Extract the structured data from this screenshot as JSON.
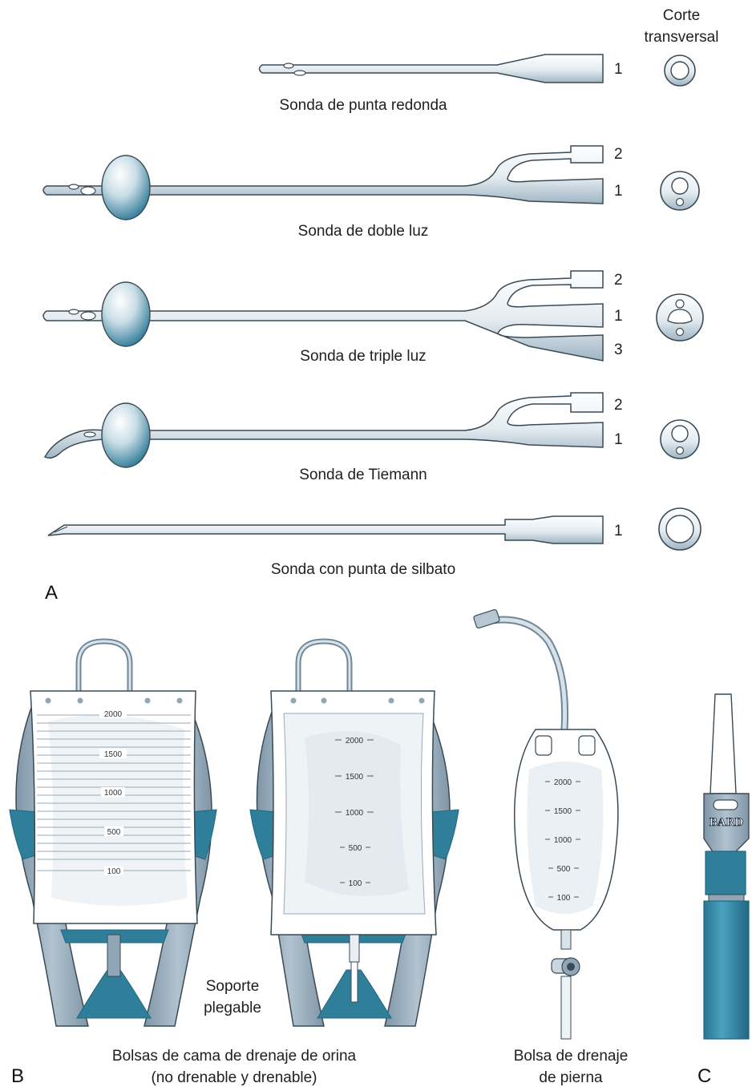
{
  "cross_section_header": [
    "Corte",
    "transversal"
  ],
  "panel_a": {
    "label": "A",
    "catheters": [
      {
        "name": "Sonda de punta redonda",
        "ports": [
          "1"
        ]
      },
      {
        "name": "Sonda de doble luz",
        "ports": [
          "2",
          "1"
        ]
      },
      {
        "name": "Sonda de triple luz",
        "ports": [
          "2",
          "1",
          "3"
        ]
      },
      {
        "name": "Sonda de Tiemann",
        "ports": [
          "2",
          "1"
        ]
      },
      {
        "name": "Sonda con punta de silbato",
        "ports": [
          "1"
        ]
      }
    ]
  },
  "panel_b": {
    "label": "B",
    "bed_bags_caption": [
      "Bolsas de cama de drenaje de orina",
      "(no drenable y drenable)"
    ],
    "stand_caption": [
      "Soporte",
      "plegable"
    ],
    "leg_bag_caption": [
      "Bolsa de drenaje",
      "de pierna"
    ],
    "bag1_scale": [
      "2000",
      "1500",
      "1000",
      "500",
      "100"
    ],
    "bag2_scale": [
      "2000",
      "1500",
      "1000",
      "500",
      "100"
    ],
    "leg_scale": [
      "2000",
      "1500",
      "1000",
      "500",
      "100"
    ]
  },
  "panel_c": {
    "label": "C",
    "brand": "BARD"
  },
  "colors": {
    "teal": "#2f7f9b",
    "teal_dark": "#1f6680",
    "steel": "#8fa6b6",
    "steel_dark": "#6b8496",
    "outline": "#3a4a55"
  }
}
